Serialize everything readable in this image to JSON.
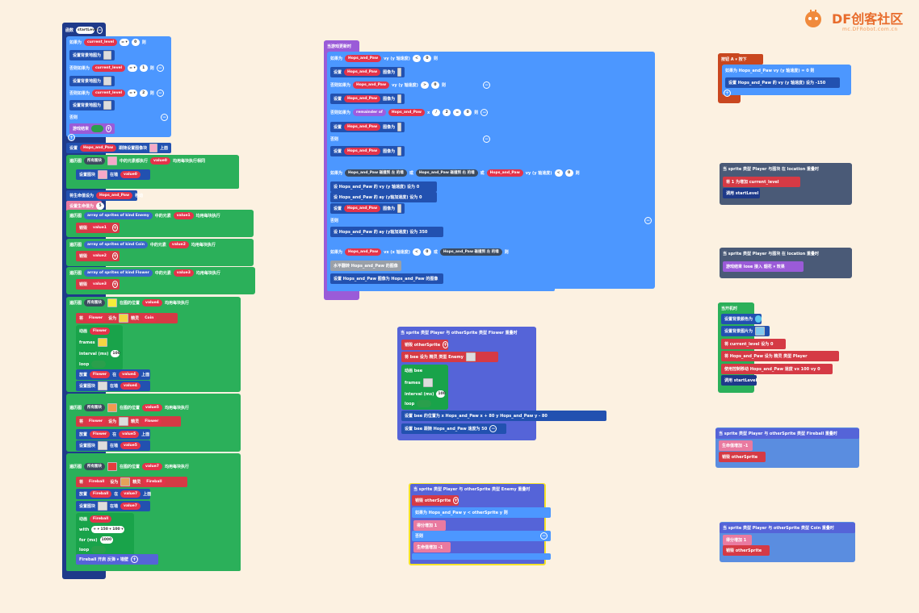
{
  "brand": {
    "name": "DF创客社区",
    "sub": "mc.DFRobot.com.cn"
  },
  "main_stack": {
    "func_label": "函数",
    "func_name": "startLevel",
    "rows": [
      {
        "t": "如果为",
        "v1": "current_level",
        "op": "= ▾",
        "n": "0",
        "tail": "则"
      },
      {
        "t": "设置背景地图为"
      },
      {
        "t": "否则如果为",
        "v1": "current_level",
        "op": "= ▾",
        "n": "1",
        "tail": "则"
      },
      {
        "t": "设置背景地图为"
      },
      {
        "t": "否则如果为",
        "v1": "current_level",
        "op": "= ▾",
        "n": "2",
        "tail": "则"
      },
      {
        "t": "设置背景地图为"
      },
      {
        "t": "否则"
      },
      {
        "t": "游戏结束"
      }
    ],
    "r2": "设置 Hops_and_Paw 跟随设置图像块 上面",
    "r3a": "在所有图块 中的位置",
    "r3b": "中的元素都执行",
    "value0": "value0",
    "spawn": "设置生命值为",
    "spawn_n": "5",
    "array_enemy": "array of sprites of kind Enemy",
    "array_coin": "array of sprites of kind Coin",
    "array_flower": "array of sprites of kind Flower",
    "value1": "value1",
    "value2": "value2",
    "value3": "value3",
    "destroy": "销毁",
    "coin_set": "将 Flower 设为 精灵 类型 Coin",
    "anim": "动画",
    "frames": "frames",
    "interval": "interval (ms)",
    "interval_v": "100",
    "loop": "loop",
    "flower": "Flower",
    "fireball": "Fireball",
    "place": "放置",
    "in_tile": "上面",
    "set_tile": "设置图块",
    "as_wall": "在墙",
    "value4": "value4",
    "value5": "value5",
    "value6": "value6",
    "value7": "value7",
    "tail_text": "中的元素都执行",
    "with": "with",
    "for_ms": "for (ms)",
    "for_v": "1000",
    "anim_v": "+ ▾ 150 ▾ 100 ▾",
    "destroy2": "Fireball 开启 反弹 ▾ 墙壁"
  },
  "mid_stack": {
    "head": "当游戏更新时",
    "r1": "如果为 Hops_and_Paw vy (y 轴速度) < 0 则",
    "img": "设置 Hops_and_Paw 图像为",
    "r3": "否则如果为 Hops_and_Paw vy (y 轴速度) > 0 则",
    "r5": "否则如果为 remainder of Hops_and_Paw x / 2 = 0 则",
    "else": "否则",
    "long": "如果为 Hops_and_Paw 碰撞到 左 的墙 或 Hops_and_Paw 碰撞到 右 的墙 或 Hops_and_Paw vy (y 轴速度) < 0",
    "set1": "设 Hops_and_Paw 的 vy (y 轴速度) 设为 0",
    "set2": "设 Hops_and_Paw 的 ay (y轴加速度) 设为 0",
    "set3": "设 Hops_and_Paw 的 ay (y轴加速度) 设为 350",
    "r_if": "如果为 Hops_and_Paw vx (x 轴速度) < 0 或 Hops_and_Paw 碰撞到 左 的墙 则",
    "r_flip": "水平翻转 Hops_and_Paw 的图像",
    "r_last": "设置 Hops_and_Paw 图像为 Hops_and_Paw 的图像"
  },
  "mid2": {
    "head": "当 sprite 类型 Player 与 otherSprite 类型 Flower 重叠时",
    "destroy": "销毁 otherSprite",
    "set_bee": "将 bee 设为 精灵 类型 Enemy",
    "anim": "动画 bee",
    "frames": "frames",
    "interval": "interval (ms)",
    "interval_v": "100",
    "loop": "loop",
    "pos": "设置 bee 的位置为 x Hops_and_Paw x + 80 y Hops_and_Paw y - 80",
    "follow": "设置 bee 跟随 Hops_and_Paw 速度为 50"
  },
  "mid3": {
    "head": "当 sprite 类型 Player 与 otherSprite 类型 Enemy 重叠时",
    "destroy": "销毁 otherSprite",
    "if": "如果为 Hops_and_Paw y < otherSprite y 则",
    "score": "得分增加 1",
    "else": "否则",
    "life": "生命值增加 -1"
  },
  "right1": {
    "head": "按钮 A ▾ 按下",
    "r1": "如果为 Hops_and_Paw vy (y 轴速度) = 0 则",
    "r2": "设置 Hops_and_Paw 的 vy (y 轴速度) 设为 -150"
  },
  "right2": {
    "head": "当 sprite 类型 Player 与图块 在 location 重叠时",
    "r1": "将 1 为增加 current_level",
    "r2": "调用 startLevel"
  },
  "right3": {
    "head": "当 sprite 类型 Player 与图块 在 location 重叠时",
    "r1": "游戏结束 lose 接入 烟花 ▾ 效果"
  },
  "right4": {
    "head": "当开机时",
    "r1": "设置背景颜色为",
    "r2": "设置背景图片为",
    "r3": "将 current_level 设为 0",
    "r4": "将 Hops_and_Paw 设为 精灵 类型 Player",
    "r5": "使用控制移动 Hops_and_Paw 速度 vx 100 vy 0",
    "r6": "调用 startLevel"
  },
  "right5": {
    "head": "当 sprite 类型 Player 与 otherSprite 类型 Fireball 重叠时",
    "r1": "生命值增加 -1",
    "r2": "销毁 otherSprite"
  },
  "right6": {
    "head": "当 sprite 类型 Player 与 otherSprite 类型 Coin 重叠时",
    "r1": "得分增加 1",
    "r2": "销毁 otherSprite"
  },
  "colors": {
    "bg": "#fcf1e1",
    "func": "#1e3a8a",
    "loops": "#2bb05a",
    "logic": "#4c97ff",
    "events": "#9a5bd8",
    "sprites": "#d53a45"
  }
}
